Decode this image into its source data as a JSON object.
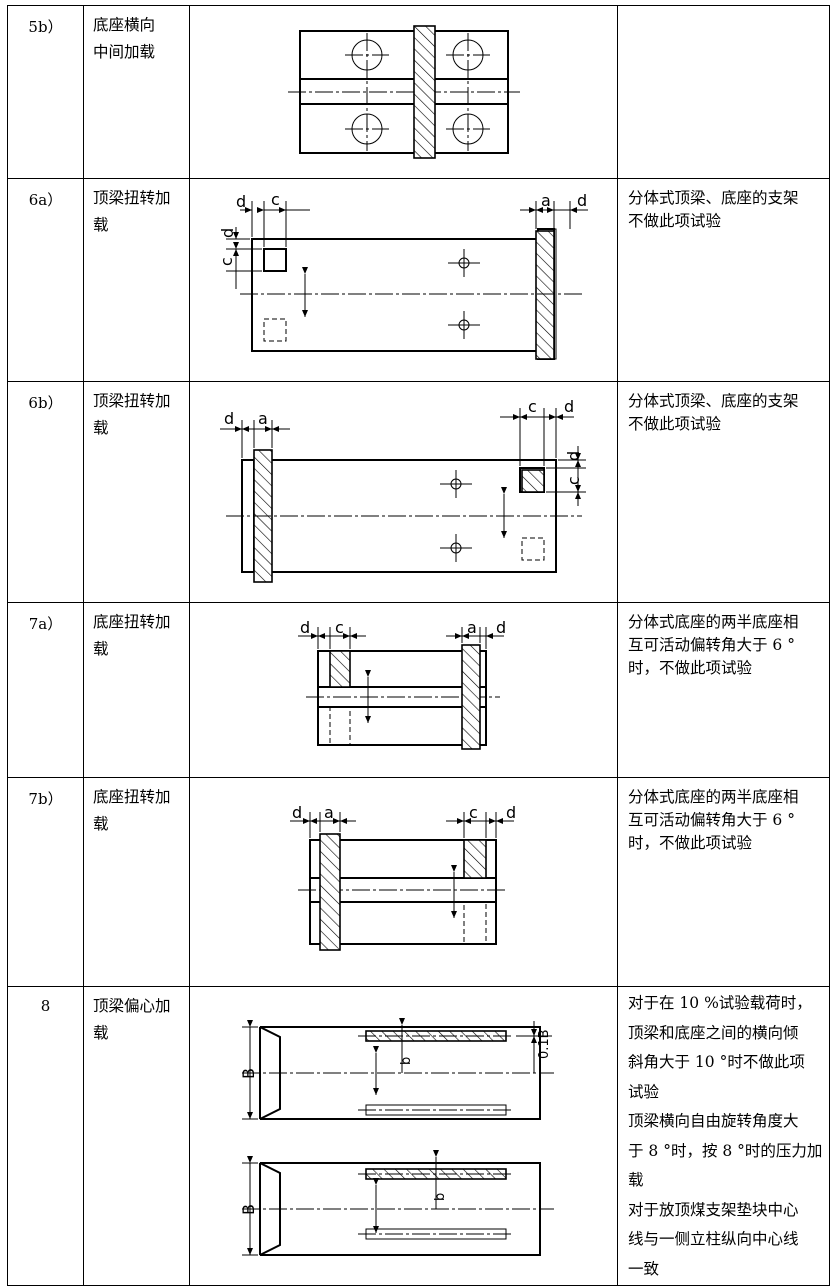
{
  "rows": [
    {
      "no": "5b）",
      "name": [
        "底座横向",
        "中间加载"
      ],
      "note": []
    },
    {
      "no": "6a）",
      "name": [
        "顶梁扭转加",
        "载"
      ],
      "note": [
        "分体式顶梁、底座的支架",
        "不做此项试验"
      ]
    },
    {
      "no": "6b）",
      "name": [
        "顶梁扭转加",
        "载"
      ],
      "note": [
        "分体式顶梁、底座的支架",
        "不做此项试验"
      ]
    },
    {
      "no": "7a）",
      "name": [
        "底座扭转加",
        "载"
      ],
      "note": [
        "分体式底座的两半底座相",
        "互可活动偏转角大于 6 °",
        "时，不做此项试验"
      ]
    },
    {
      "no": "7b）",
      "name": [
        "底座扭转加",
        "载"
      ],
      "note": [
        "分体式底座的两半底座相",
        "互可活动偏转角大于 6 °",
        "时，不做此项试验"
      ]
    },
    {
      "no": "8",
      "name": [
        "顶梁偏心加",
        "载"
      ],
      "note": [
        "对于在 10 %试验载荷时，",
        "顶梁和底座之间的横向倾",
        "斜角大于 10 °时不做此项",
        "试验",
        "顶梁横向自由旋转角度大",
        "于 8 °时，按 8 °时的压力加",
        "载",
        "对于放顶煤支架垫块中心",
        "线与一侧立柱纵向中心线",
        "一致"
      ]
    }
  ],
  "labels": {
    "d": "d",
    "c": "c",
    "a": "a",
    "B": "B",
    "b": "b",
    "tenthB": "0.1B"
  }
}
